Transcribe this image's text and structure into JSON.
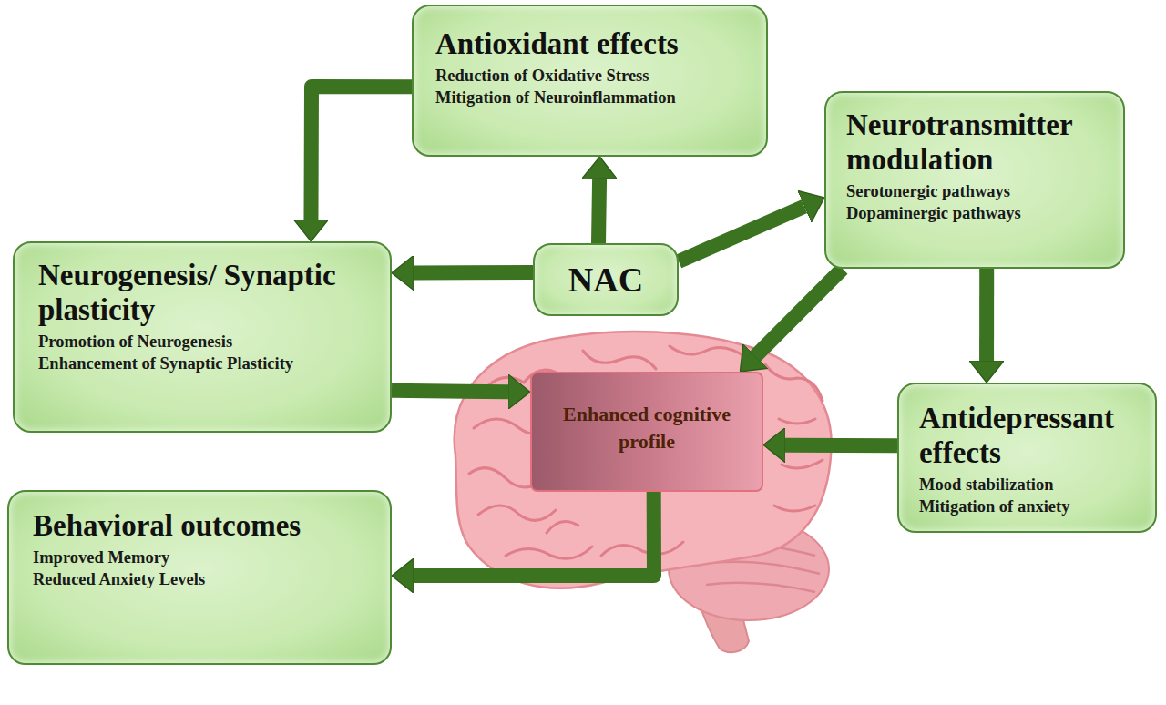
{
  "diagram": {
    "nodes": [
      {
        "text": [
          "Antioxidant effects",
          "Reduction of Oxidative Stress",
          "Mitigation of Neuroinflammation"
        ]
      },
      {
        "text": [
          "Neurotransmitter modulation",
          "Serotonergic pathways",
          "Dopaminergic pathways"
        ]
      },
      {
        "text": [
          "NAC"
        ]
      },
      {
        "text": [
          "Neurogenesis/ Synaptic plasticity",
          "Promotion of Neurogenesis",
          "Enhancement of Synaptic Plasticity"
        ]
      },
      {
        "text": [
          "Enhanced cognitive profile"
        ]
      },
      {
        "text": [
          "Antidepressant effects",
          "Mood stabilization",
          "Mitigation of anxiety"
        ]
      },
      {
        "text": [
          "Behavioral outcomes",
          "Improved Memory",
          "Reduced Anxiety Levels"
        ]
      }
    ],
    "edges": [
      {
        "from": 2,
        "to": 0,
        "arrow": "to"
      },
      {
        "from": 2,
        "to": 1,
        "arrow": "to"
      },
      {
        "from": 2,
        "to": 3,
        "arrow": "to"
      },
      {
        "from": 0,
        "to": 3,
        "arrow": "to"
      },
      {
        "from": 1,
        "to": 5,
        "arrow": "to"
      },
      {
        "from": 1,
        "to": 4,
        "arrow": "to"
      },
      {
        "from": 3,
        "to": 4,
        "arrow": "to"
      },
      {
        "from": 5,
        "to": 4,
        "arrow": "to"
      },
      {
        "from": 4,
        "to": 6,
        "arrow": "to"
      }
    ]
  }
}
